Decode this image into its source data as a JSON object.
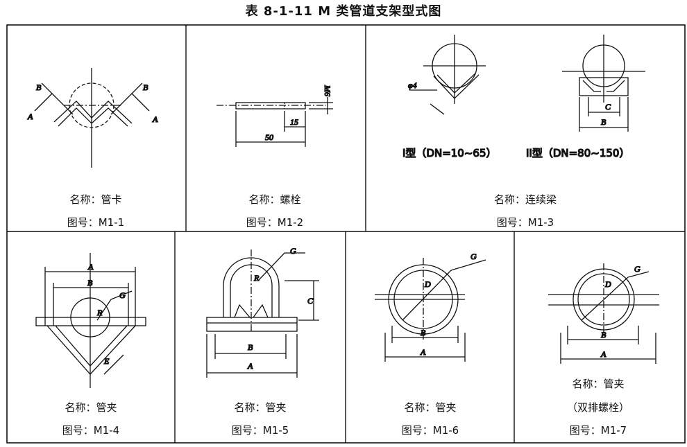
{
  "title": "表 8-1-11   M 类管道支架型式图",
  "cells": [
    {
      "name": "名称：管卡",
      "figure": "图号：M1-1",
      "dims": [
        "A",
        "B",
        "B",
        "A"
      ]
    },
    {
      "name": "名称：螺栓",
      "figure": "图号：M1-2",
      "dims": [
        "M6",
        "15",
        "50"
      ]
    },
    {
      "name": "名称：连续梁",
      "figure": "图号：M1-3",
      "dims": [
        "φ4",
        "C",
        "B"
      ],
      "type1": "I型（DN=10~65）",
      "type2": "II型（DN=80~150）"
    },
    {
      "name": "名称：管夹",
      "figure": "图号：M1-4",
      "dims": [
        "A",
        "B",
        "G",
        "R",
        "E"
      ]
    },
    {
      "name": "名称：管夹",
      "figure": "图号：M1-5",
      "dims": [
        "G",
        "R",
        "C",
        "B",
        "A"
      ]
    },
    {
      "name": "名称：管夹",
      "figure": "图号：M1-6",
      "dims": [
        "G",
        "D",
        "B",
        "A"
      ]
    },
    {
      "name": "名称：管夹",
      "note": "（双排螺栓）",
      "figure": "图号：M1-7",
      "dims": [
        "G",
        "D",
        "B",
        "A"
      ]
    }
  ]
}
